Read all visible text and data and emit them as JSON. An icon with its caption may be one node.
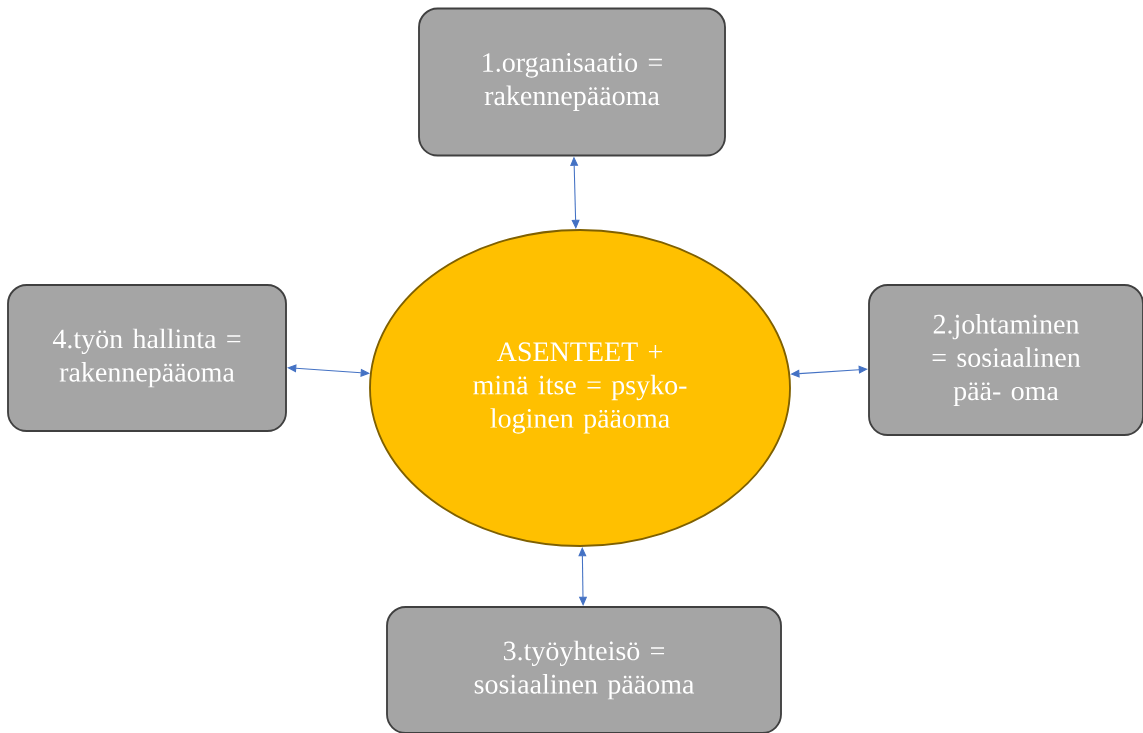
{
  "diagram": {
    "nodes": [
      {
        "text": [
          "1.organisaatio = rakennepääoma"
        ]
      },
      {
        "text": [
          "4.työn hallinta = rakennepääoma"
        ]
      },
      {
        "text": [
          "ASENTEET + minä itse = psyko- loginen pääoma"
        ]
      },
      {
        "text": [
          "2.johtaminen = sosiaalinen pää- oma"
        ]
      },
      {
        "text": [
          "3.työyhteisö = sosiaalinen pääoma"
        ]
      }
    ],
    "edges": [
      {
        "from": 2,
        "to": 0,
        "arrow": "both"
      },
      {
        "from": 2,
        "to": 3,
        "arrow": "both"
      },
      {
        "from": 2,
        "to": 4,
        "arrow": "both"
      },
      {
        "from": 2,
        "to": 1,
        "arrow": "both"
      }
    ]
  }
}
